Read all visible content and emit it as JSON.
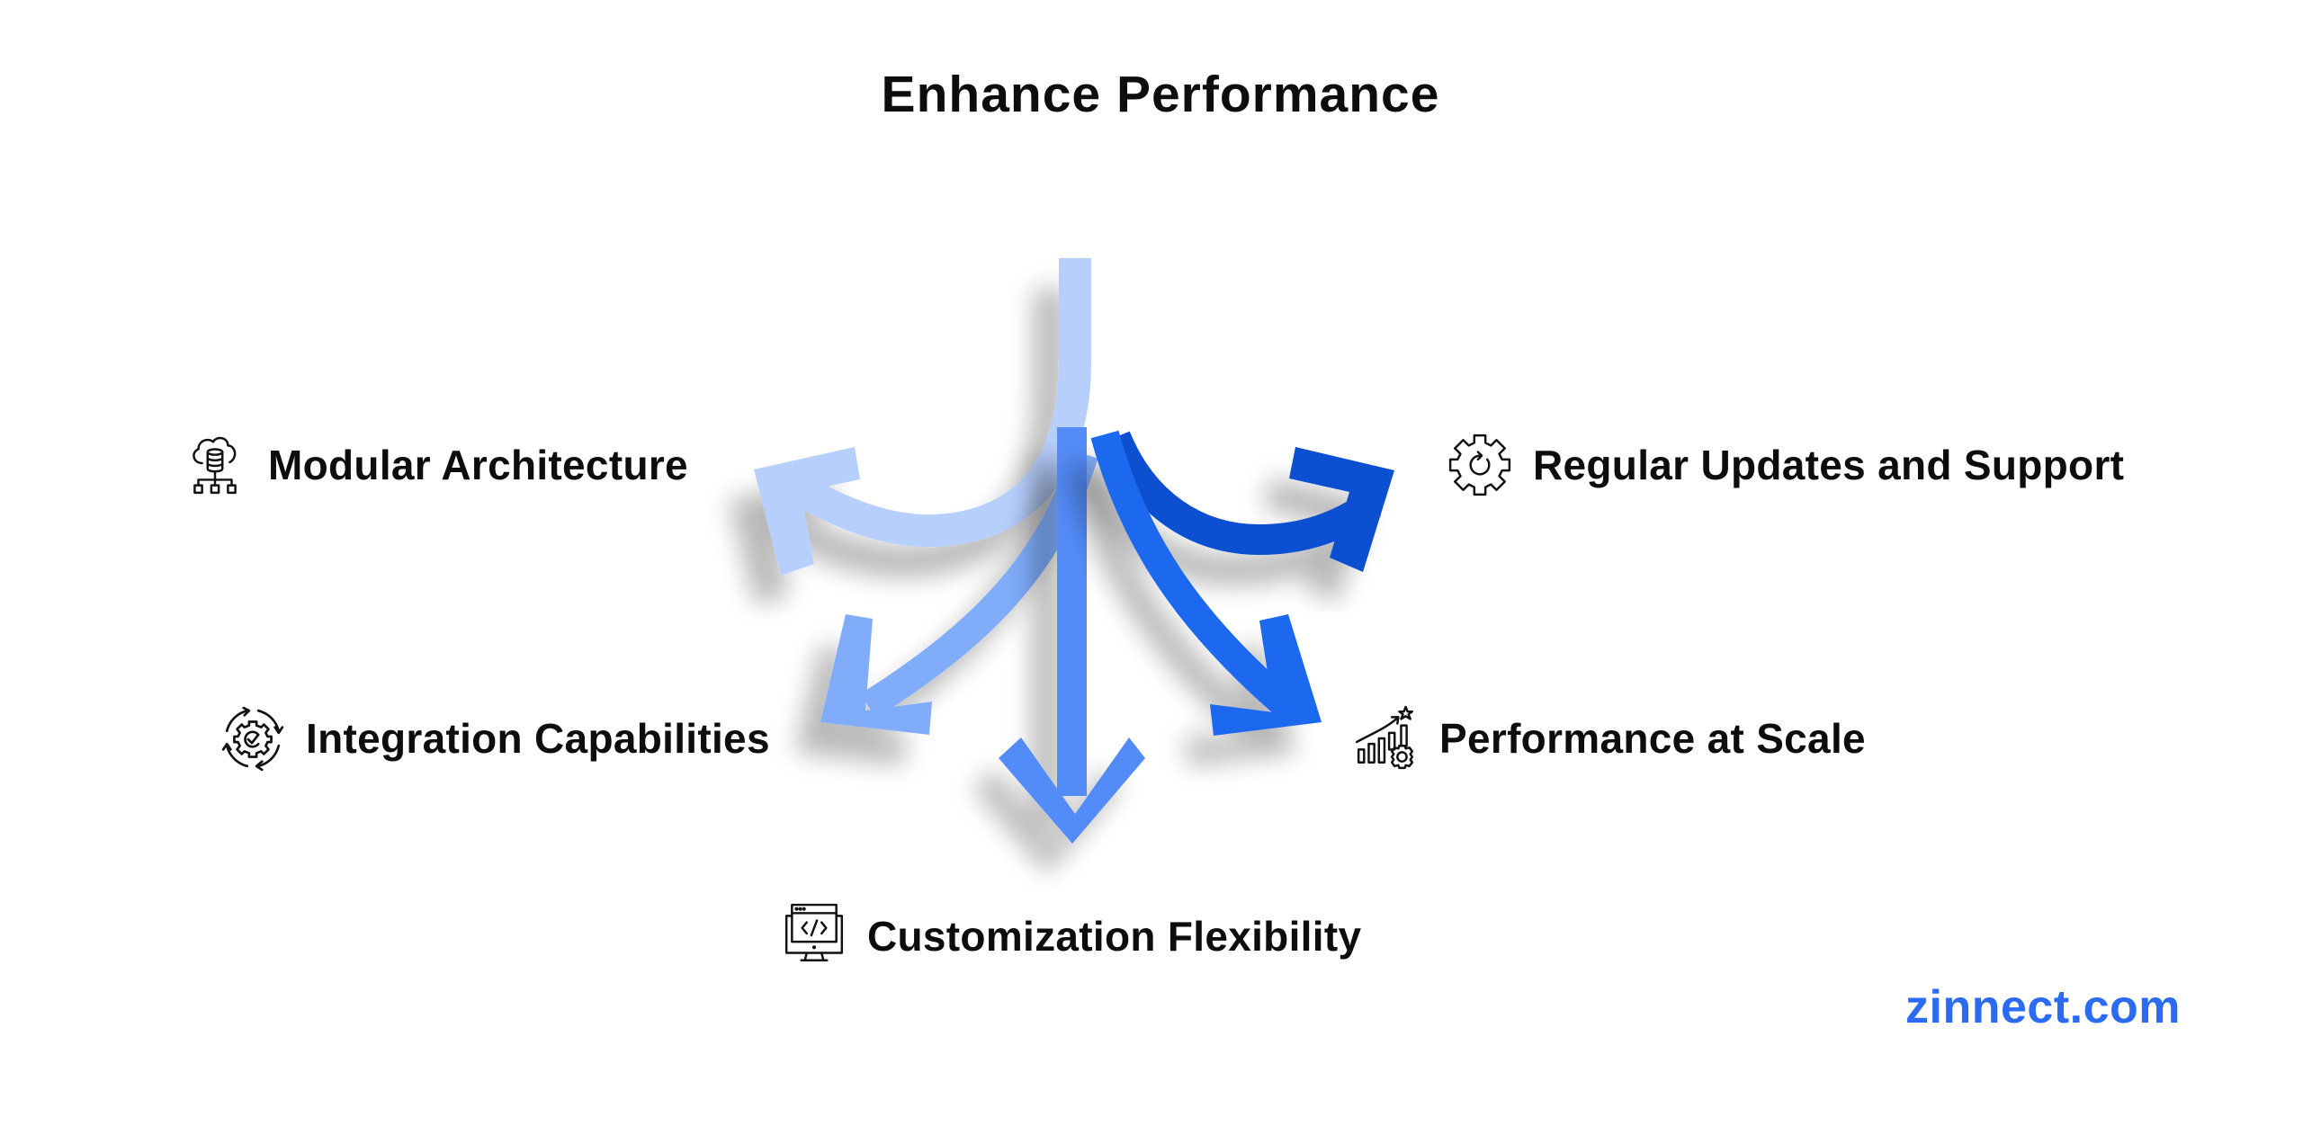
{
  "title": "Enhance Performance",
  "branches": [
    {
      "label": "Modular Architecture",
      "icon": "cloud-database-network-icon",
      "color": "#b6cffc"
    },
    {
      "label": "Regular Updates and Support",
      "icon": "gear-refresh-icon",
      "color": "#0b50d1"
    },
    {
      "label": "Integration Capabilities",
      "icon": "gear-cycle-check-icon",
      "color": "#80acfa"
    },
    {
      "label": "Performance at Scale",
      "icon": "growth-chart-gear-icon",
      "color": "#1f68ef"
    },
    {
      "label": "Customization Flexibility",
      "icon": "monitor-code-icon",
      "color": "#528bf8"
    }
  ],
  "brand": {
    "text": "zinnect.com",
    "color": "#2b6af2"
  }
}
